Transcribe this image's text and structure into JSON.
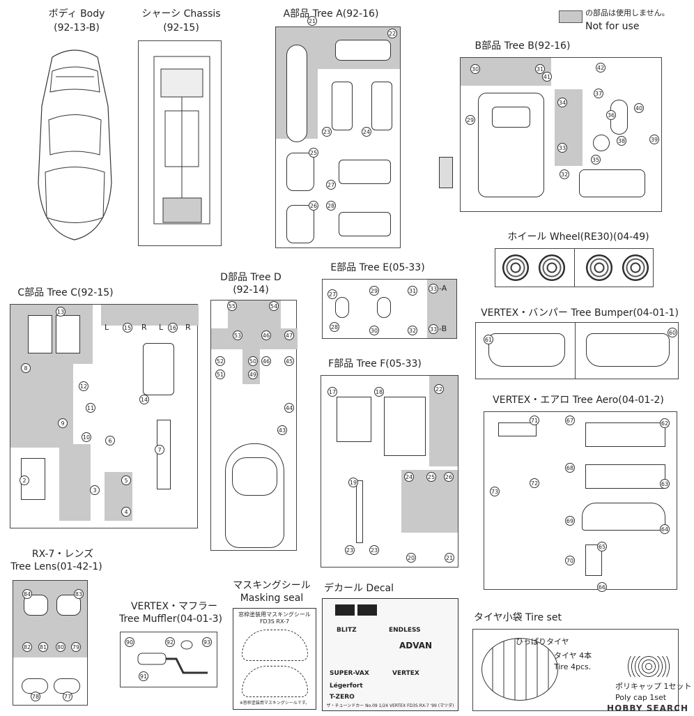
{
  "legend": {
    "jp": "の部品は使用しません。",
    "en": "Not for use"
  },
  "body": {
    "title": "ボディ Body",
    "code": "(92-13-B)"
  },
  "chassis": {
    "title": "シャーシ Chassis",
    "code": "(92-15)"
  },
  "tree_a": {
    "title": "A部品 Tree A(92-16)",
    "nums": [
      "21",
      "22",
      "24",
      "23",
      "25",
      "27",
      "26",
      "28"
    ]
  },
  "tree_b": {
    "title": "B部品 Tree B(92-16)",
    "nums": [
      "30",
      "31",
      "41",
      "42",
      "29",
      "37",
      "34",
      "40",
      "36",
      "38",
      "39",
      "33",
      "35",
      "32"
    ]
  },
  "wheel": {
    "title": "ホイール Wheel(RE30)(04-49)"
  },
  "tree_c": {
    "title": "C部品 Tree C(92-15)",
    "nums": [
      "13",
      "15",
      "16",
      "8",
      "12",
      "11",
      "14",
      "9",
      "10",
      "6",
      "7",
      "2",
      "3",
      "5",
      "4"
    ],
    "lr": [
      "L",
      "R",
      "L",
      "R"
    ]
  },
  "tree_d": {
    "title": "D部品 Tree D",
    "code": "(92-14)",
    "nums": [
      "55",
      "54",
      "53",
      "46",
      "47",
      "52",
      "50",
      "46",
      "45",
      "51",
      "49",
      "44",
      "43"
    ]
  },
  "tree_e": {
    "title": "E部品 Tree E(05-33)",
    "nums": [
      "27",
      "29",
      "31",
      "33",
      "28",
      "30",
      "32",
      "33"
    ],
    "ab": [
      "-A",
      "-B"
    ]
  },
  "tree_f": {
    "title": "F部品 Tree F(05-33)",
    "nums": [
      "17",
      "18",
      "22",
      "24",
      "25",
      "26",
      "19",
      "23",
      "23",
      "20",
      "21"
    ]
  },
  "bumper": {
    "title": "VERTEX・バンパー Tree Bumper(04-01-1)",
    "nums": [
      "61",
      "60"
    ]
  },
  "aero": {
    "title": "VERTEX・エアロ Tree Aero(04-01-2)",
    "nums": [
      "71",
      "67",
      "62",
      "68",
      "72",
      "63",
      "73",
      "69",
      "64",
      "65",
      "70",
      "66"
    ]
  },
  "lens": {
    "title1": "RX-7・レンズ",
    "title2": "Tree Lens(01-42-1)",
    "nums": [
      "84",
      "83",
      "82",
      "81",
      "80",
      "79",
      "78",
      "77"
    ]
  },
  "muffler": {
    "title1": "VERTEX・マフラー",
    "title2": "Tree Muffler(04-01-3)",
    "nums": [
      "90",
      "92",
      "93",
      "91"
    ]
  },
  "masking": {
    "title1": "マスキングシール",
    "title2": "Masking seal",
    "sheet_title": "窓枠塗装用マスキングシール",
    "sheet_sub": "FD3S RX-7",
    "footer": "※窓枠塗装用マスキングシールです。"
  },
  "decal": {
    "title": "デカール Decal",
    "brands": [
      "BLITZ",
      "ENDLESS",
      "ADVAN",
      "SUPER-VAX",
      "VERTEX",
      "Légerfort",
      "T-ZERO"
    ],
    "footer": "ザ・チューンドカー No.09 1/24 VERTEX FD3S RX-7 '99 (マツダ)"
  },
  "tireset": {
    "title": "タイヤ小袋 Tire set",
    "stretch": "ひっぱりタイヤ",
    "tire_jp": "タイヤ 4本",
    "tire_en": "Tire 4pcs.",
    "cap_jp": "ポリキャップ 1セット",
    "cap_en": "Poly cap 1set"
  },
  "watermark": "HOBBY SEARCH"
}
